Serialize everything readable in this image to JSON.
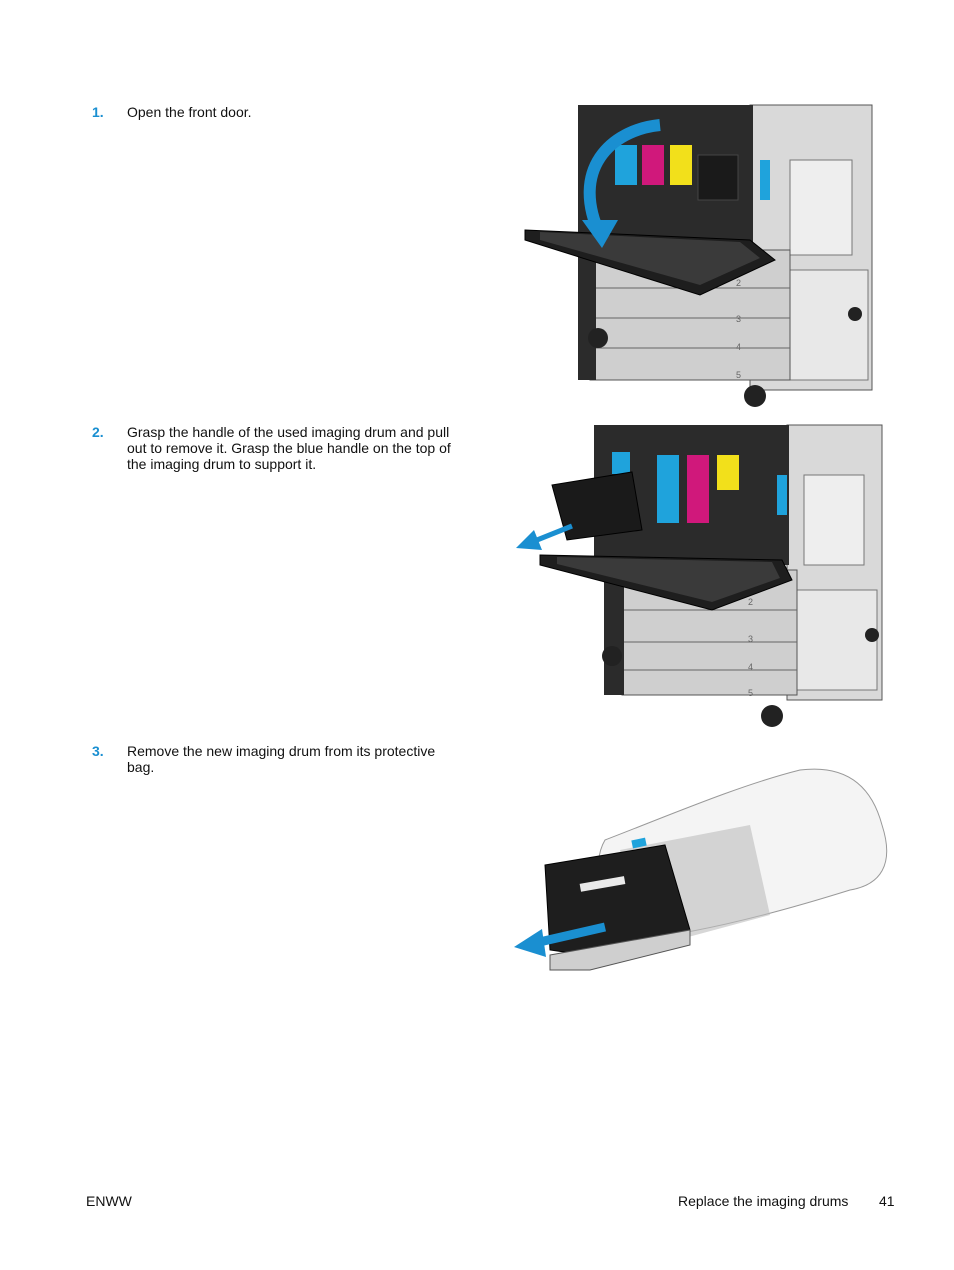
{
  "steps": [
    {
      "number": "1.",
      "text": "Open the front door."
    },
    {
      "number": "2.",
      "text": "Grasp the handle of the used imaging drum and pull out to remove it. Grasp the blue handle on the top of the imaging drum to support it."
    },
    {
      "number": "3.",
      "text": "Remove the new imaging drum from its protective bag."
    }
  ],
  "figure_labels": {
    "tray_numbers": [
      "2",
      "3",
      "4",
      "5"
    ]
  },
  "footer": {
    "left": "ENWW",
    "section": "Replace the imaging drums",
    "page_number": "41"
  },
  "colors": {
    "accent_blue": "#1a8fd1",
    "cyan": "#1fa3dc",
    "magenta": "#d0187b",
    "yellow": "#f2e01b",
    "printer_dark": "#2b2b2b",
    "printer_light": "#d9d9d9"
  }
}
